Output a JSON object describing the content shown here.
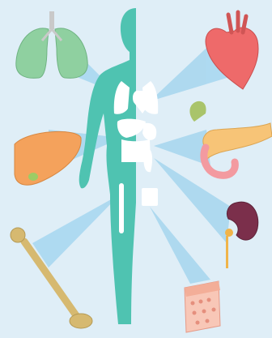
{
  "illustration": {
    "subject": "human-body-organs",
    "colors": {
      "background": "#dfeef7",
      "ray": "#a9d7ef",
      "body_light": "#4fc3b1",
      "body_dark": "#2aa896",
      "organ_silhouette": "#ffffff",
      "lungs": "#8fd0a0",
      "heart": "#ee6a6a",
      "liver": "#f4a25c",
      "gallbladder": "#9ccc65",
      "pancreas": "#f7c477",
      "stomach_duodenum": "#f39aa0",
      "kidney": "#7b2f4b",
      "ureter": "#f0b44a",
      "bone": "#d6b970",
      "skin": "#f8c7b7"
    },
    "organs": [
      "lungs",
      "heart",
      "liver",
      "pancreas",
      "kidney",
      "bone",
      "skin"
    ]
  }
}
